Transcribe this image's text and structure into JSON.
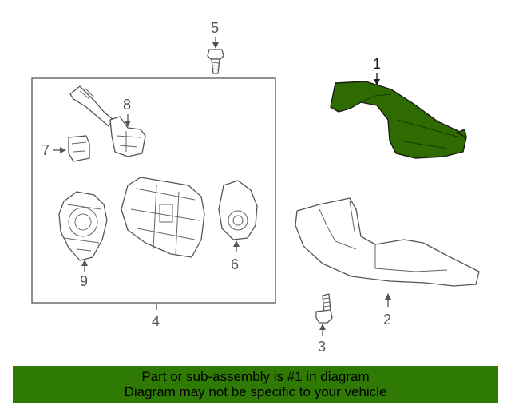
{
  "diagram": {
    "callouts": {
      "c1": "1",
      "c2": "2",
      "c3": "3",
      "c4": "4",
      "c5": "5",
      "c6": "6",
      "c7": "7",
      "c8": "8",
      "c9": "9"
    },
    "highlight_color": "#2e6b00"
  },
  "banner": {
    "line1": "Part or sub-assembly is #1 in diagram",
    "line2": "Diagram may not be specific to your vehicle",
    "background": "#2e7a05"
  }
}
